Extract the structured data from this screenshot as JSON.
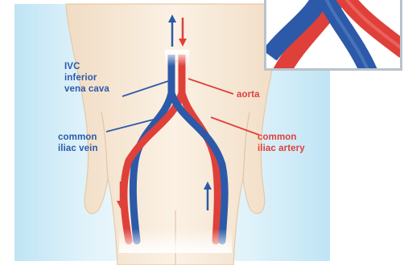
{
  "labels": {
    "ivc_line1": "IVC",
    "ivc_line2": "inferior",
    "ivc_line3": "vena cava",
    "aorta": "aorta",
    "iliac_vein_line1": "common",
    "iliac_vein_line2": "iliac vein",
    "iliac_artery_line1": "common",
    "iliac_artery_line2": "iliac artery"
  },
  "colors": {
    "vein": "#2d5aa8",
    "artery": "#e0403a",
    "skin": "#f8ebd9",
    "background": "#cfeaf6"
  },
  "icons": {
    "vein_flow": "arrow-up-icon",
    "artery_flow": "arrow-down-icon"
  }
}
